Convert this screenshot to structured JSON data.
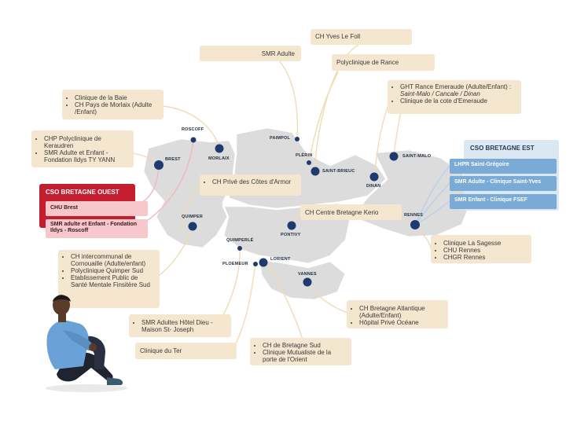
{
  "cities": {
    "roscoff": "ROSCOFF",
    "brest": "BREST",
    "morlaix": "MORLAIX",
    "paimpol": "PAIMPOL",
    "plerin": "PLÉRIN",
    "saint_brieuc": "SAINT-BRIEUC",
    "dinan": "DINAN",
    "saint_malo": "SAINT-MALO",
    "rennes": "RENNES",
    "pontivy": "PONTIVY",
    "quimper": "QUIMPER",
    "quimperle": "QUIMPERLÉ",
    "lorient": "LORIENT",
    "ploemeur": "PLOEMEUR",
    "vannes": "VANNES"
  },
  "boxes": {
    "yves_le_foll": "CH Yves Le Foll",
    "smr_adulte": "SMR Adulte",
    "polyclinique_rance": "Polyclinique de Rance",
    "ght_rance": [
      "GHT Rance Emeraude (Adulte/Enfant) : ",
      "Saint-Malo / Cancale / Dinan",
      "Clinique de la cote d'Emeraude"
    ],
    "morlaix_box": [
      "Clinique de la Baie",
      "CH Pays de Morlaix (Adulte /Enfant)"
    ],
    "brest_box": [
      "CHP Polyclinique de Keraudren",
      "SMR Adulte et Enfant - Fondation Ildys TY YANN"
    ],
    "prive_cotes": [
      "CH Privé des Côtes d'Armor"
    ],
    "centre_bretagne": "CH Centre Bretagne Kerio",
    "rennes_box": [
      "Clinique La Sagesse",
      "CHU Rennes",
      "CHGR Rennes"
    ],
    "quimper_box": [
      "CH intercommunal de Cornouaille (Adulte/enfant)",
      "Polyclinique Quimper Sud",
      "Etablissement Public de Santé Mentale Finsitère Sud"
    ],
    "hotel_dieu": [
      "SMR Adultes Hôtel Dieu - Maison St- Joseph"
    ],
    "clinique_ter": "Clinique du Ter",
    "bretagne_sud": [
      "CH de Bretagne Sud",
      "Clinique Mutualiste de la porte de l'Orient"
    ],
    "bretagne_atlantique": [
      "CH Bretagne Atlantique (Adulte/Enfant)",
      "Hôpital Privé Océane"
    ]
  },
  "cso_west": {
    "title": "CSO BRETAGNE OUEST",
    "items": [
      "CHU Brest",
      "SMR adulte et Enfant - Fondation Ildys - Roscoff"
    ]
  },
  "cso_east": {
    "title": "CSO BRETAGNE EST",
    "items": [
      "LHPR Saint-Grégoire",
      "SMR Adulte - Clinique Saint-Yves",
      "SMR Enfant - Clinique FSEF"
    ]
  },
  "colors": {
    "map": "#dcdcdc",
    "dot": "#1e3a6e",
    "box": "#f5e6cf",
    "line": "#f0dcb4",
    "cso_west": "#c41e2e",
    "cso_west_item": "#f7c8cb",
    "cso_east": "#dbe8f3",
    "cso_east_item": "#7aabd6"
  }
}
